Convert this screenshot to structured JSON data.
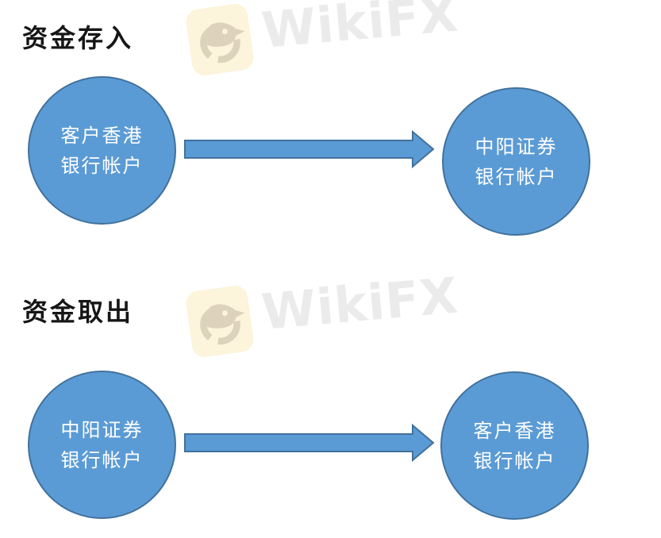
{
  "colors": {
    "page_bg": "#ffffff",
    "title_text": "#161616",
    "node_fill": "#5b9bd5",
    "node_border": "#41719c",
    "node_text": "#ffffff",
    "arrow_fill": "#5b9bd5",
    "arrow_border": "#41719c",
    "watermark_text": "#ebebeb",
    "watermark_logo_bg": "#fcf4db",
    "watermark_logo_fg": "#ddd3bd"
  },
  "watermark": {
    "text": "WikiFX",
    "icon": "wikifx-eagle-logo"
  },
  "sections": [
    {
      "id": "deposit",
      "title": "资金存入",
      "source_node": {
        "line1": "客户香港",
        "line2": "银行帐户"
      },
      "target_node": {
        "line1": "中阳证券",
        "line2": "银行帐户"
      }
    },
    {
      "id": "withdraw",
      "title": "资金取出",
      "source_node": {
        "line1": "中阳证券",
        "line2": "银行帐户"
      },
      "target_node": {
        "line1": "客户香港",
        "line2": "银行帐户"
      }
    }
  ]
}
